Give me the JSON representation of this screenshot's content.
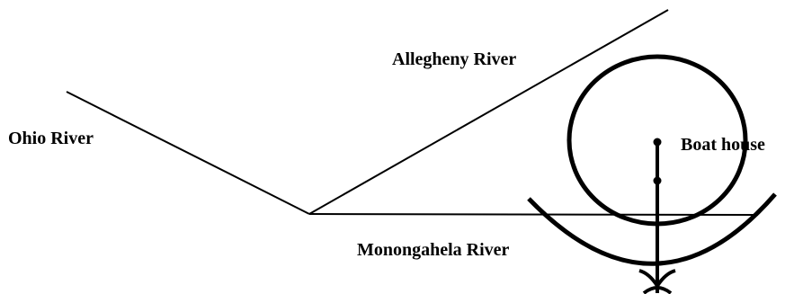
{
  "labels": {
    "allegheny": "Allegheny River",
    "ohio": "Ohio River",
    "monongahela": "Monongahela River",
    "boat_house": "Boat house"
  },
  "colors": {
    "stroke": "#000000",
    "background": "#ffffff"
  }
}
